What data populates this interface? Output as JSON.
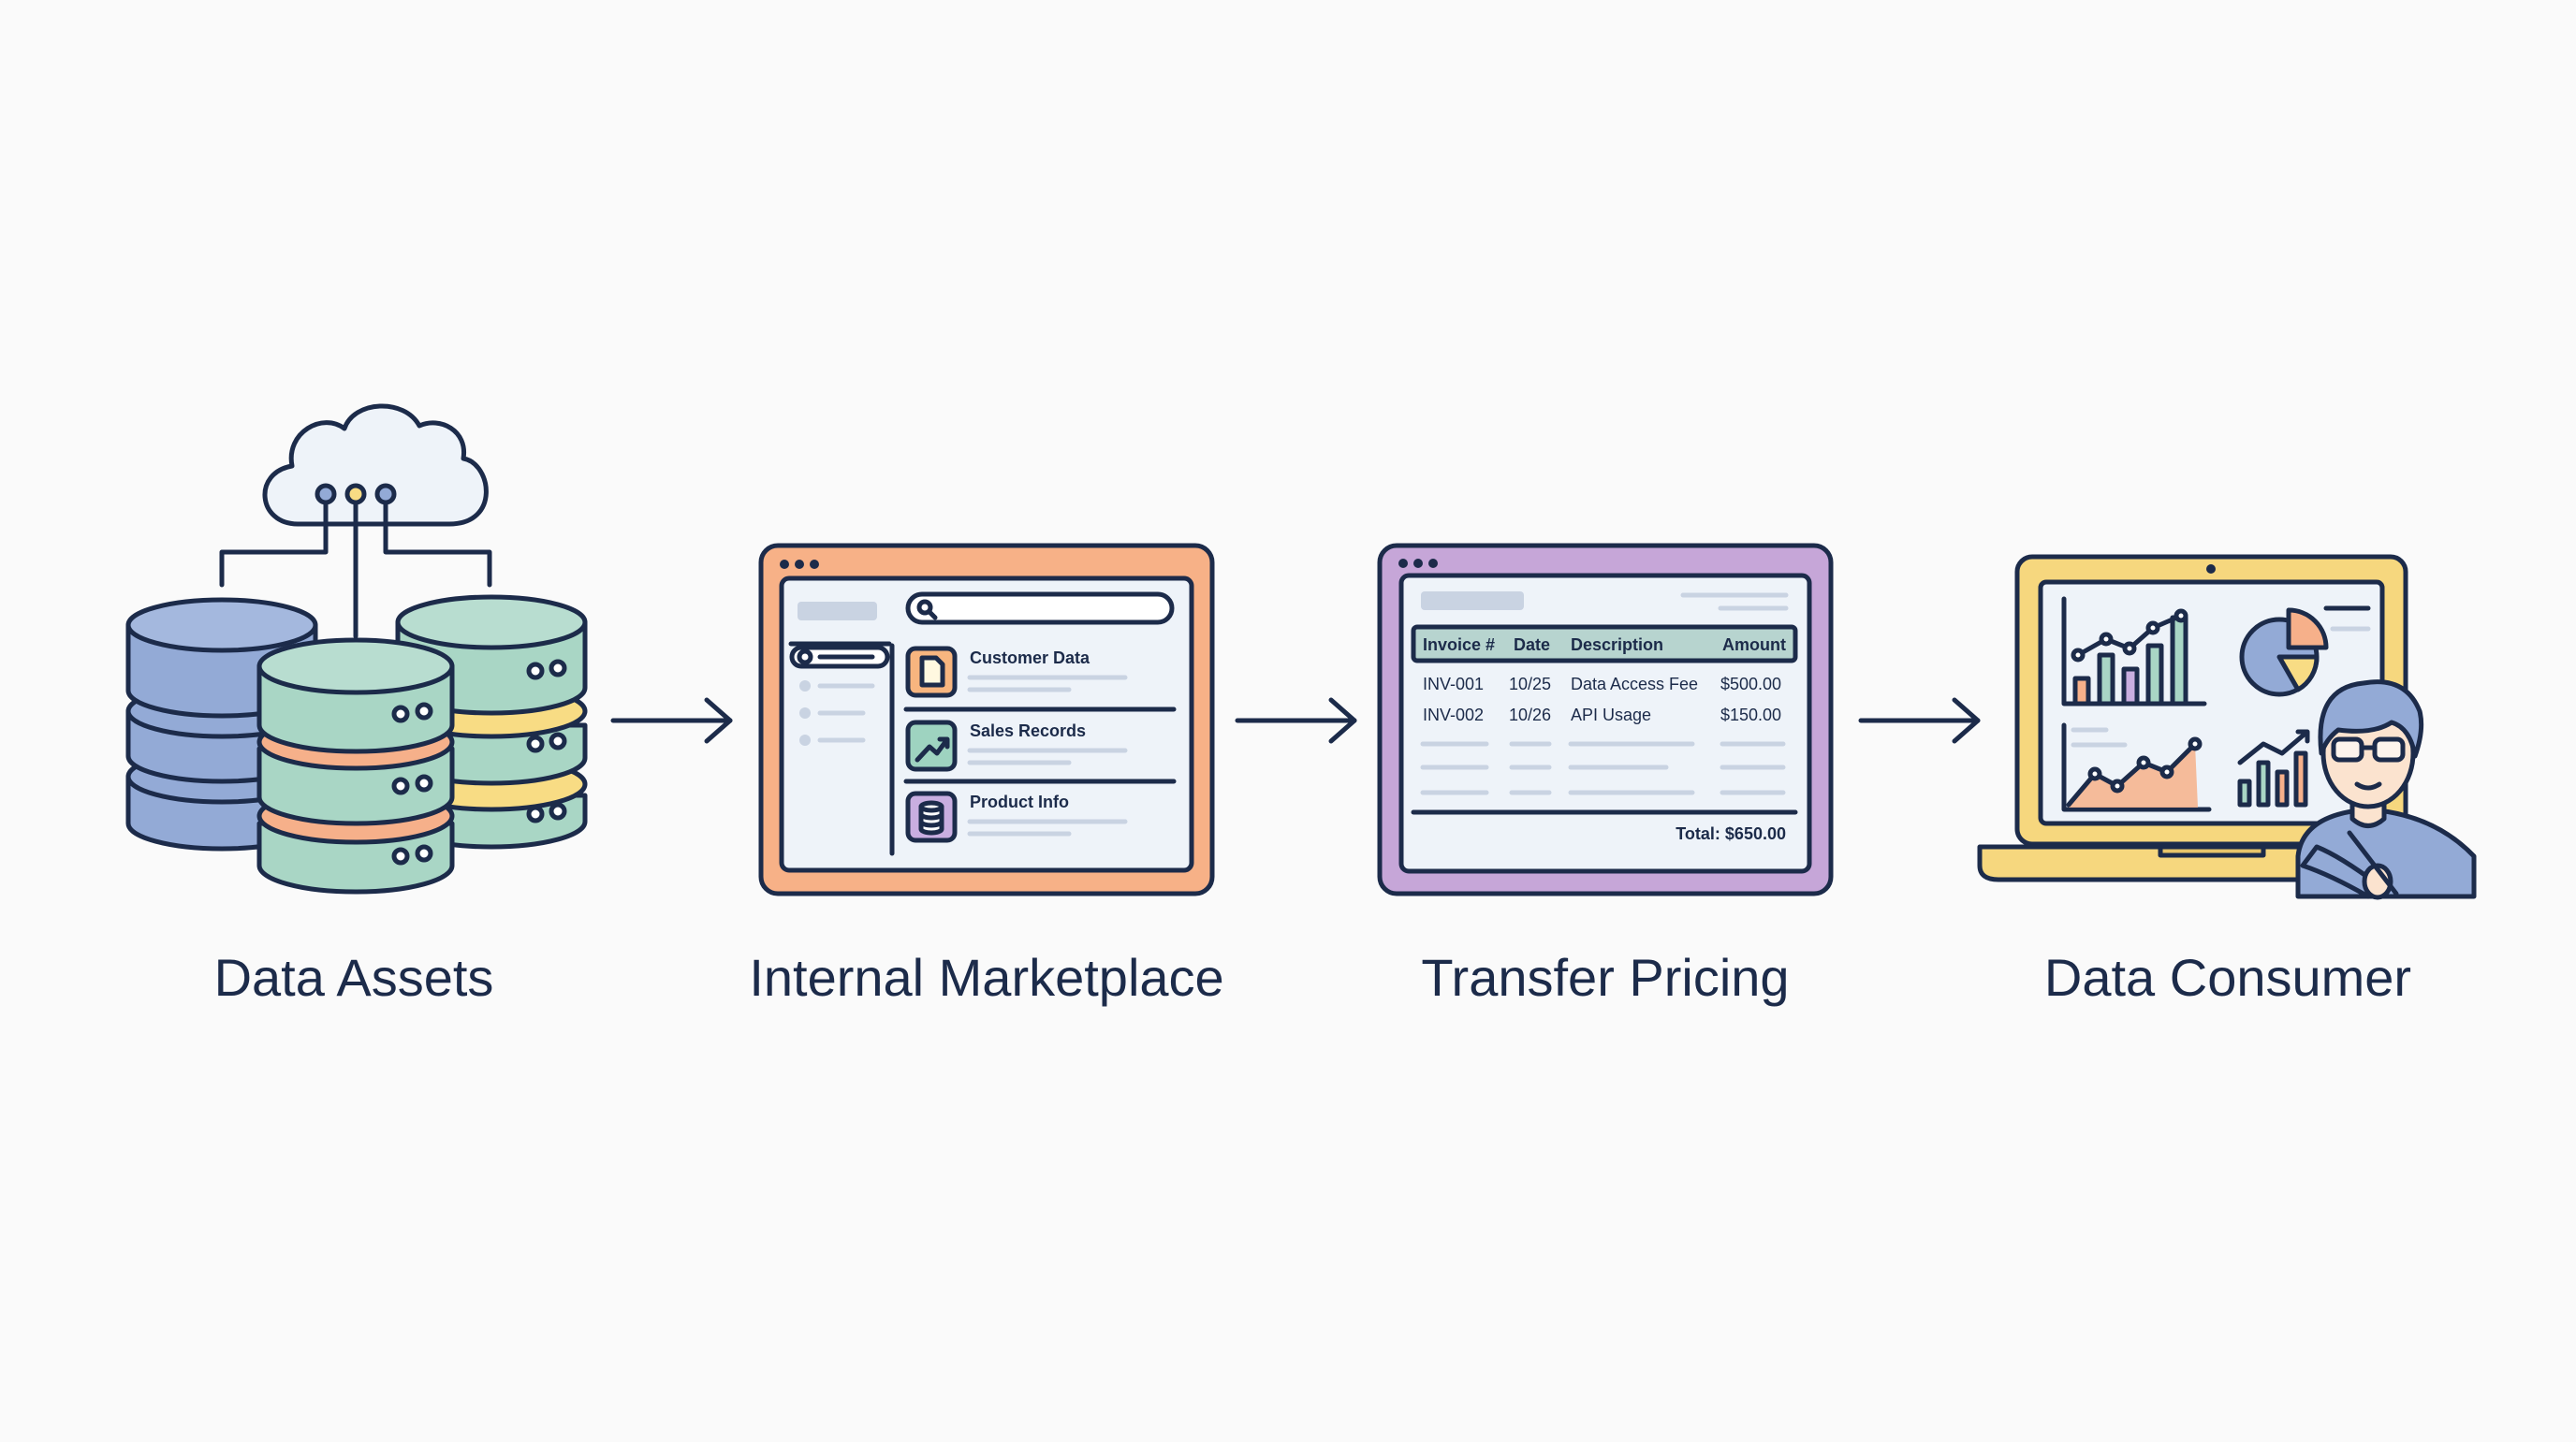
{
  "steps": [
    {
      "label": "Data Assets"
    },
    {
      "label": "Internal Marketplace"
    },
    {
      "label": "Transfer Pricing"
    },
    {
      "label": "Data Consumer"
    }
  ],
  "marketplace": {
    "items": [
      {
        "name": "Customer Data",
        "icon": "document-icon",
        "color": "#f7b57f"
      },
      {
        "name": "Sales Records",
        "icon": "trend-chart-icon",
        "color": "#9ed3c0"
      },
      {
        "name": "Product Info",
        "icon": "database-icon",
        "color": "#c9aee0"
      }
    ]
  },
  "invoice": {
    "headers": {
      "invoice": "Invoice #",
      "date": "Date",
      "description": "Description",
      "amount": "Amount"
    },
    "rows": [
      {
        "invoice": "INV-001",
        "date": "10/25",
        "description": "Data Access Fee",
        "amount": "$500.00"
      },
      {
        "invoice": "INV-002",
        "date": "10/26",
        "description": "API Usage",
        "amount": "$150.00"
      }
    ],
    "total": "Total: $650.00"
  },
  "colors": {
    "ink": "#1c2b4a",
    "blue": "#93aad6",
    "teal": "#a9d6c5",
    "salmon": "#f6b08a",
    "yellow": "#f8dc84",
    "orange_frame": "#f7b187",
    "purple_frame": "#c6a6d8",
    "yellow_frame": "#f6d77e",
    "screen": "#eef3f9"
  }
}
